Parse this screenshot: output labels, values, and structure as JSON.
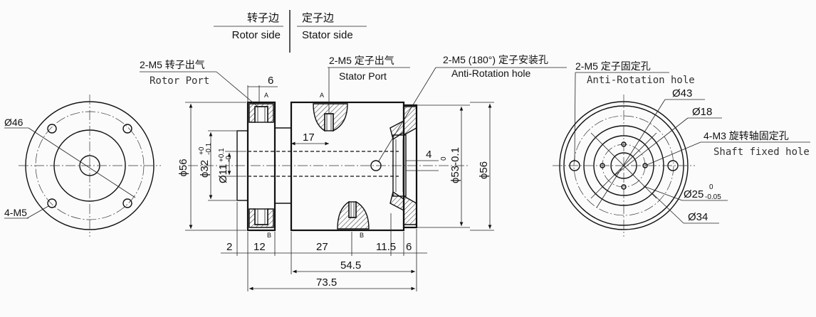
{
  "header": {
    "rotor_cn": "转子边",
    "rotor_en": "Rotor side",
    "stator_cn": "定子边",
    "stator_en": "Stator side"
  },
  "callouts": {
    "rotor_port_cn": "2-M5 转子出气",
    "rotor_port_en": "Rotor Port",
    "stator_port_cn": "2-M5 定子出气",
    "stator_port_en": "Stator Port",
    "anti_rot_cn": "2-M5 (180°) 定子安装孔",
    "anti_rot_en": "Anti-Rotation hole",
    "fixed_cn": "2-M5 定子固定孔",
    "fixed_en": "Anti-Rotation hole",
    "shaft_cn": "4-M3 旋转轴固定孔",
    "shaft_en": "Shaft fixed hole"
  },
  "left_view": {
    "dia": "Ø46",
    "holes": "4-M5"
  },
  "right_view": {
    "d43": "Ø43",
    "d18": "Ø18",
    "d25": "Ø25",
    "d25_tol_up": "0",
    "d25_tol_low": "-0.05",
    "d34": "Ø34"
  },
  "section": {
    "mark_a": "A",
    "mark_b": "B",
    "d56_left": "ϕ56",
    "d32": "ϕ32",
    "d32_tol_up": "+0",
    "d32_tol_low": "-0.1",
    "d11": "Ø11",
    "d11_tol_up": "+0.1",
    "d11_tol_low": "-0",
    "d53": "ϕ53-0.1",
    "d53_tol": "0",
    "d56_right": "ϕ56",
    "dim4": "4"
  },
  "dims": {
    "d6_top": "6",
    "d17": "17",
    "d2": "2",
    "d12": "12",
    "d27": "27",
    "d11_5": "11.5",
    "d6_bot": "6",
    "d54_5": "54.5",
    "d73_5": "73.5"
  }
}
